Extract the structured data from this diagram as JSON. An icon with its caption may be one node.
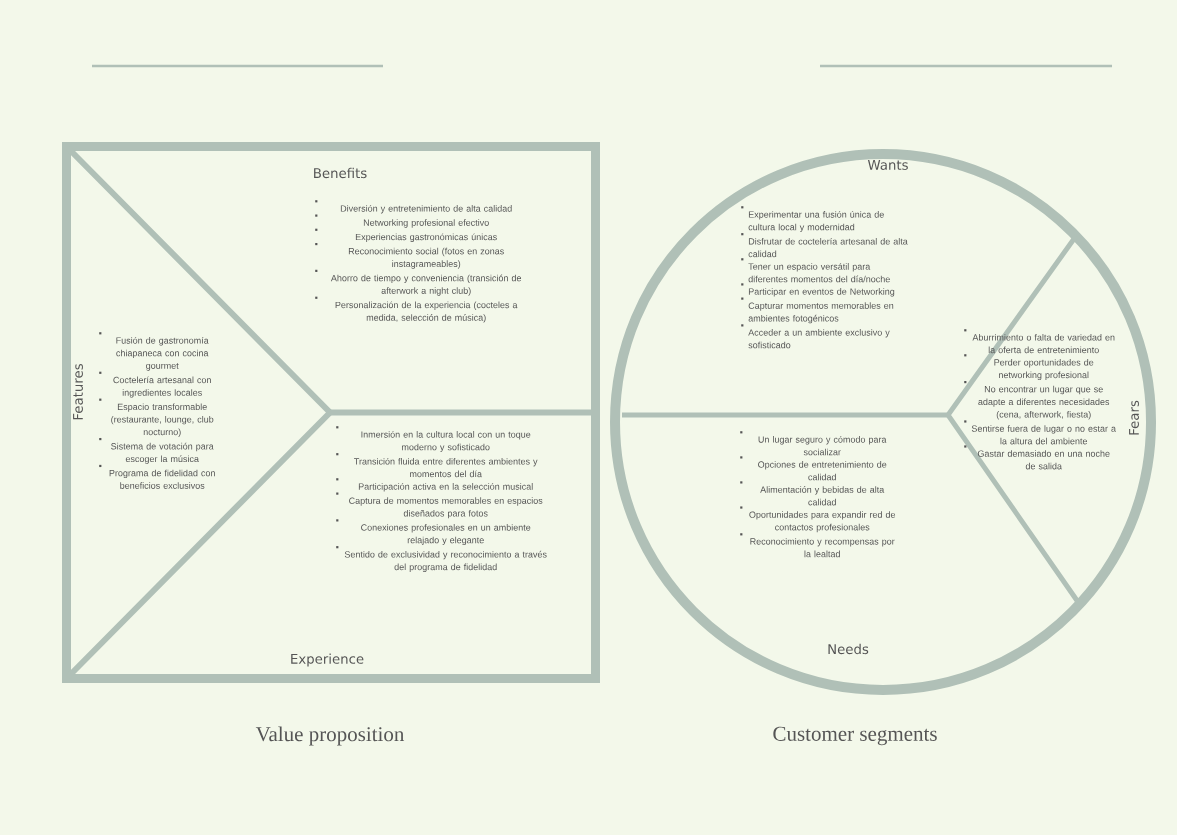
{
  "diagram": {
    "nodes": [
      {
        "text": [
          "Value proposition"
        ]
      },
      {
        "text": [
          "Features",
          "Fusión de gastronomía chiapaneca con cocina gourmet",
          "Coctelería artesanal con ingredientes locales",
          "Espacio transformable (restaurante, lounge, club nocturno)",
          "Sistema de votación para escoger la música",
          "Programa de fidelidad con beneficios exclusivos"
        ],
        "in": 0
      },
      {
        "text": [
          "Benefits",
          "Diversión y entretenimiento de alta calidad",
          "Networking profesional efectivo",
          "Experiencias gastronómicas únicas",
          "Reconocimiento social (fotos en zonas instagrameables)",
          "Ahorro de tiempo y conveniencia (transición de afterwork a night club)",
          "Personalización de la experiencia (cocteles a medida, selección de música)"
        ],
        "in": 0
      },
      {
        "text": [
          "Inmersión en la cultura local con un toque moderno y sofisticado",
          "Transición fluida entre diferentes ambientes y momentos del día",
          "Participación activa en la selección musical",
          "Captura de momentos memorables en espacios diseñados para fotos",
          "Conexiones profesionales en un ambiente relajado y elegante",
          "Sentido de exclusividad y reconocimiento a través del programa de fidelidad",
          "Experience"
        ],
        "in": 0
      },
      {
        "text": [
          "Customer segments"
        ]
      },
      {
        "text": [
          "Wants",
          "Experimentar una fusión única de cultura local y modernidad",
          "Disfrutar de coctelería artesanal de alta calidad",
          "Tener un espacio versátil para diferentes momentos del día/noche",
          "Participar en eventos de Networking",
          "Capturar momentos memorables en ambientes fotogénicos",
          "Acceder a un ambiente exclusivo y sofisticado"
        ],
        "in": 4
      },
      {
        "text": [
          "Aburrimiento o falta de variedad en la oferta de entretenimiento",
          "Perder oportunidades de networking profesional",
          "No encontrar un lugar que se adapte a diferentes necesidades (cena, afterwork, fiesta)",
          "Sentirse fuera de lugar o no estar a la altura del ambiente",
          "Gastar demasiado en una noche de salida",
          "Fears"
        ],
        "in": 4
      },
      {
        "text": [
          "Un lugar seguro y cómodo para socializar",
          "Opciones de entretenimiento de calidad",
          "Alimentación y bebidas de alta calidad",
          "Oportunidades para expandir red de contactos profesionales",
          "Reconocimiento y recompensas por la lealtad",
          "Needs"
        ],
        "in": 4
      }
    ]
  }
}
